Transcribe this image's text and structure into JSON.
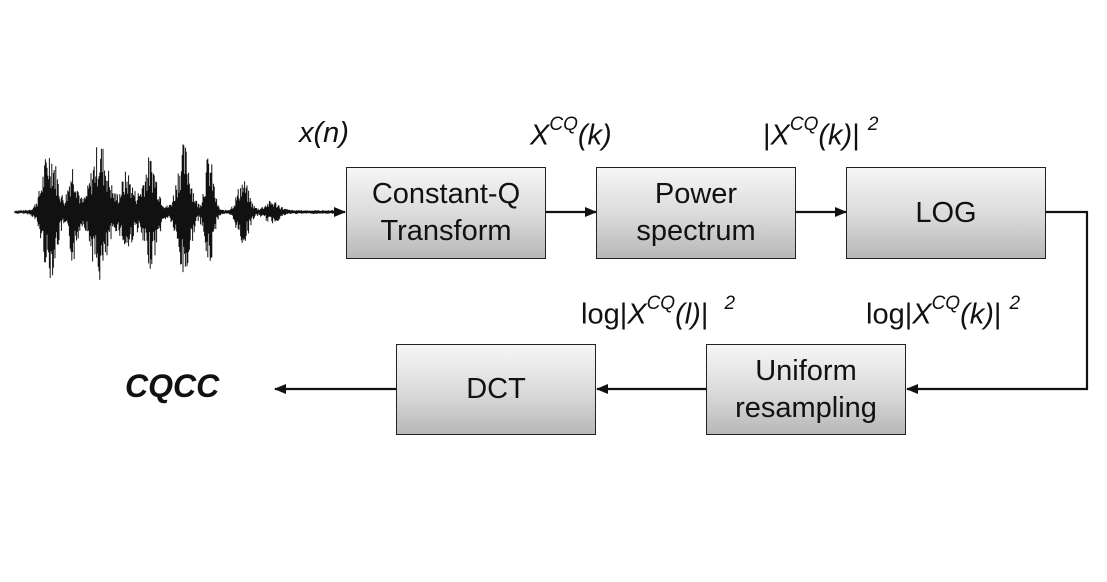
{
  "blocks": {
    "cqt": {
      "line1": "Constant-Q",
      "line2": "Transform"
    },
    "power": {
      "line1": "Power",
      "line2": "spectrum"
    },
    "log": {
      "line1": "LOG"
    },
    "resample": {
      "line1": "Uniform",
      "line2": "resampling"
    },
    "dct": {
      "line1": "DCT"
    }
  },
  "signals": {
    "xn": {
      "var": "x",
      "arg": "(n)"
    },
    "xcq": {
      "base": "X",
      "sup": "CQ",
      "arg": "(k)"
    },
    "power": {
      "pre": "|",
      "base": "X",
      "sup": "CQ",
      "arg": "(k)",
      "post": "|",
      "exp": "2"
    },
    "logk": {
      "pre": "log|",
      "base": "X",
      "sup": "CQ",
      "arg": "(k)",
      "post": "|",
      "exp": "2"
    },
    "logl": {
      "pre": "log|",
      "base": "X",
      "sup": "CQ",
      "arg": "(l)",
      "post": "|",
      "exp": "2"
    }
  },
  "output": "CQCC",
  "icons": {
    "waveform": "speech-waveform-icon"
  }
}
